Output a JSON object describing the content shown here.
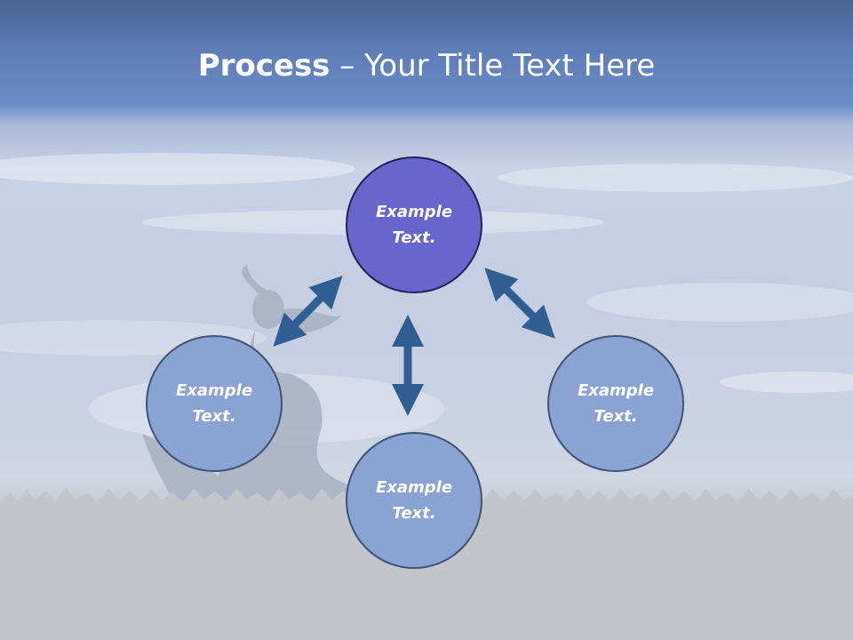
{
  "title": {
    "bold": "Process",
    "rest": " – Your Title Text Here"
  },
  "nodes": [
    {
      "label_line1": "Example",
      "label_line2": "Text."
    },
    {
      "label_line1": "Example",
      "label_line2": "Text."
    },
    {
      "label_line1": "Example",
      "label_line2": "Text."
    },
    {
      "label_line1": "Example",
      "label_line2": "Text."
    }
  ],
  "colors": {
    "highlight_node": "#6666cc",
    "node": "#8aa3d2",
    "arrow": "#2f5f92",
    "title_text": "#ffffff"
  },
  "icons": {
    "arrows": [
      "double-arrow-icon",
      "double-arrow-icon",
      "double-arrow-icon"
    ]
  }
}
